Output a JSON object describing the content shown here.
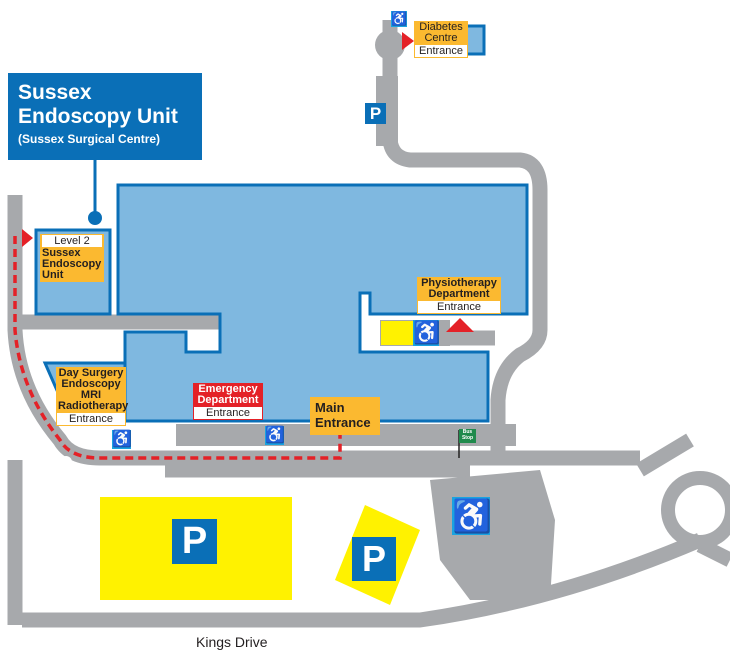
{
  "title": {
    "name": "Sussex Endoscopy Unit",
    "subtitle": "(Sussex Surgical Centre)"
  },
  "labels": {
    "level2": {
      "head": "Level 2",
      "body": "Sussex Endoscopy Unit"
    },
    "day_surgery": {
      "lines": [
        "Day Surgery",
        "Endoscopy",
        "MRI",
        "Radiotherapy"
      ],
      "entrance": "Entrance"
    },
    "emergency": {
      "lines": [
        "Emergency",
        "Department"
      ],
      "entrance": "Entrance"
    },
    "main": {
      "lines": [
        "Main",
        "Entrance"
      ]
    },
    "physio": {
      "lines": [
        "Physiotherapy",
        "Department"
      ],
      "entrance": "Entrance"
    },
    "diabetes": {
      "lines": [
        "Diabetes",
        "Centre"
      ],
      "entrance": "Entrance"
    }
  },
  "icons": {
    "disabled": "♿",
    "parking": "P",
    "bus_stop": "Bus Stop"
  },
  "road_name": "Kings Drive",
  "colors": {
    "building": "#7fb8e0",
    "outline": "#0a6fb7",
    "road": "#a7a9ac",
    "parking": "#fff200",
    "label": "#fbb930",
    "route": "#e42127",
    "emergency": "#e42127"
  }
}
